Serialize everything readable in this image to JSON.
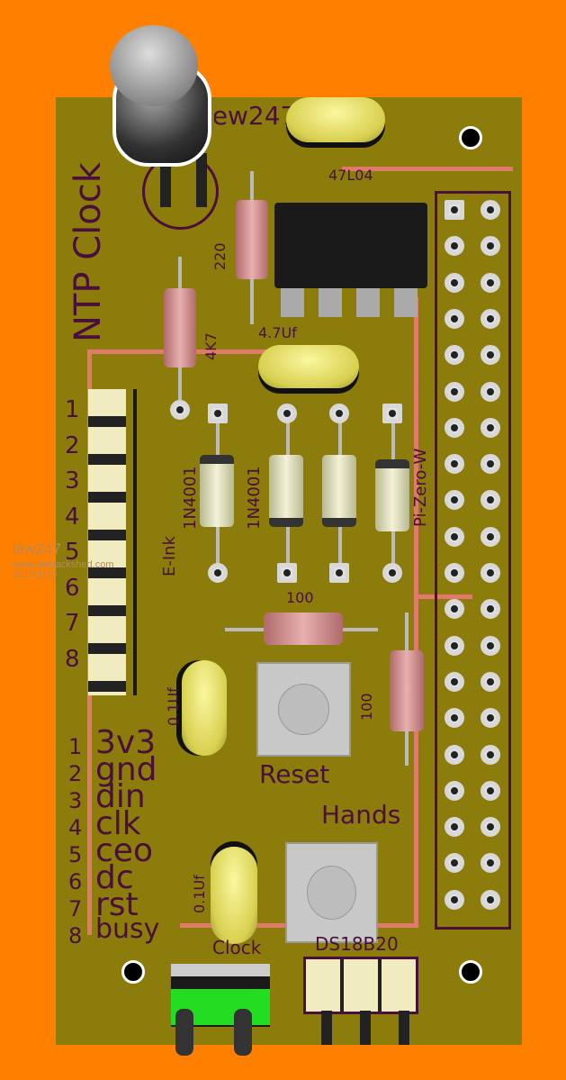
{
  "board": {
    "title": "NTP Clock",
    "author": "lew247",
    "colors": {
      "background": "#ff8000",
      "board": "#8c7c0c",
      "silk": "#4a0f3a",
      "trace": "#e07a6a"
    }
  },
  "components": {
    "eeprom": "47L04",
    "r_220": "220",
    "r_4k7": "4K7",
    "cap_top": "4.7Uf",
    "display": "E-Ink",
    "diode1": "1N4001",
    "diode2": "1N4001",
    "pi": "Pi-Zero-W",
    "r_100_a": "100",
    "r_100_b": "100",
    "cap_a": "0.1Uf",
    "cap_b": "0.1Uf",
    "reset": "Reset",
    "hands": "Hands",
    "clock": "Clock",
    "sensor": "DS18B20"
  },
  "pins": [
    "1",
    "2",
    "3",
    "4",
    "5",
    "6",
    "7",
    "8"
  ],
  "pin_labels": [
    {
      "n": "1",
      "name": "3v3"
    },
    {
      "n": "2",
      "name": "gnd"
    },
    {
      "n": "3",
      "name": "din"
    },
    {
      "n": "4",
      "name": "clk"
    },
    {
      "n": "5",
      "name": "ceo"
    },
    {
      "n": "6",
      "name": "dc"
    },
    {
      "n": "7",
      "name": "rst"
    },
    {
      "n": "8",
      "name": "busy"
    }
  ],
  "watermark": {
    "user": "lew247",
    "site": "www.thebackshed.com",
    "date": "2019/1/30"
  }
}
